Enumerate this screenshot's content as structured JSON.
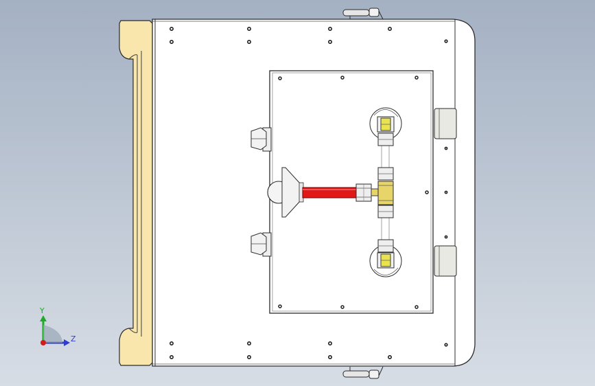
{
  "viewport": {
    "view": "Top",
    "background_top": "#a4b1c3",
    "background_bottom": "#d7dde5"
  },
  "model": {
    "handle_color": "#f7e7ad",
    "plate_color": "#ffffff",
    "tube_color": "#e11818",
    "fitting_color": "#e8d56a"
  },
  "triad": {
    "y_label": "Y",
    "z_label": "Z",
    "y_color": "#1faa2a",
    "z_color": "#2f3cd6",
    "origin_color": "#d11c1c"
  }
}
